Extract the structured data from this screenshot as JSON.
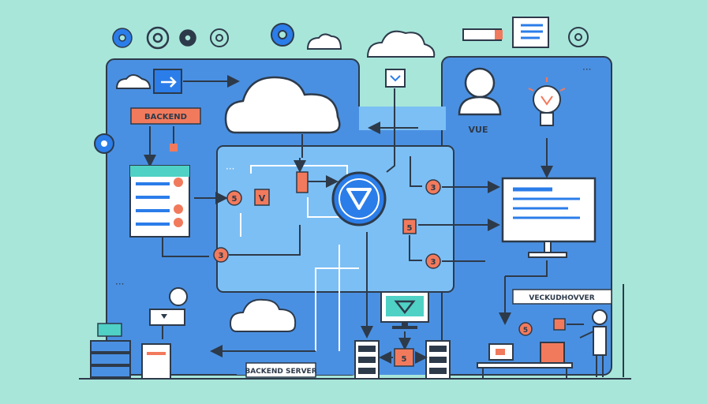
{
  "labels": {
    "backend": "BACKEND",
    "vue": "VUE",
    "backend_server": "BACKEND SERVER",
    "vue_dev_box": "VECKUDHOVVER"
  },
  "badges": {
    "five": "5",
    "three": "3"
  },
  "colors": {
    "background": "#a8e6da",
    "panel": "#4a90e2",
    "inner_panel": "#7cbff5",
    "accent": "#f27a5c",
    "node": "#2b7de9",
    "outline": "#2d3a4a"
  }
}
